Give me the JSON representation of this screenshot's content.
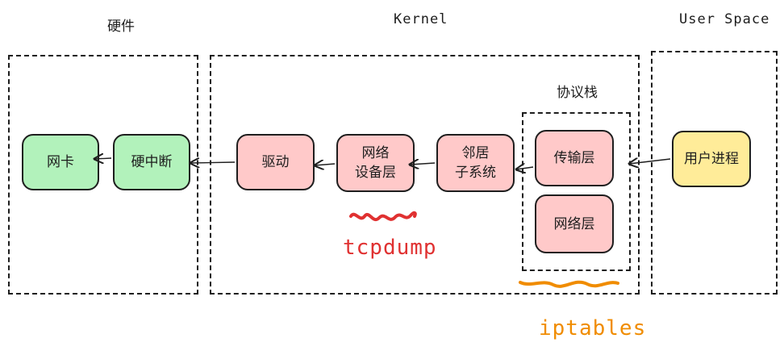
{
  "zones": {
    "hardware": "硬件",
    "kernel": "Kernel",
    "user_space": "User Space",
    "protocol_stack": "协议栈"
  },
  "nodes": {
    "nic": "网卡",
    "hard_irq": "硬中断",
    "driver": "驱动",
    "net_device_layer": "网络\n设备层",
    "neighbor_subsystem": "邻居\n子系统",
    "transport_layer": "传输层",
    "network_layer": "网络层",
    "user_process": "用户进程"
  },
  "annotations": {
    "tcpdump": "tcpdump",
    "iptables": "iptables"
  },
  "colors": {
    "hardware_fill": "#b2f2bb",
    "kernel_fill": "#ffc9c9",
    "user_fill": "#ffec99",
    "tcpdump_color": "#e03131",
    "iptables_color": "#f08c00"
  }
}
